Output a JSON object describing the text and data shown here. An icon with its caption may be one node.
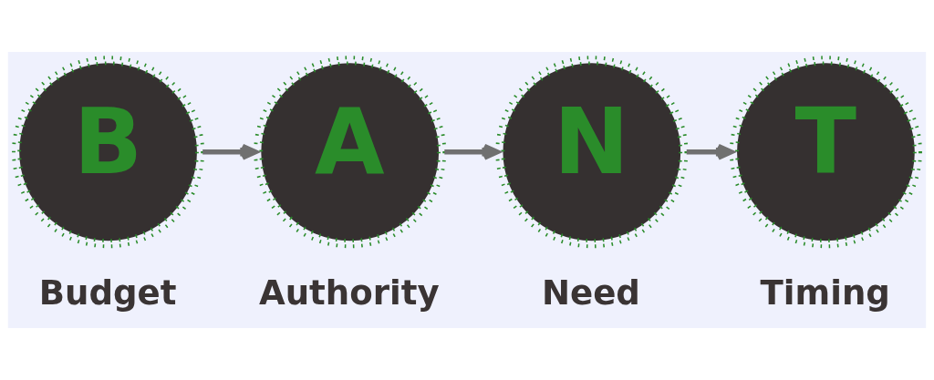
{
  "diagram": {
    "nodes": [
      {
        "text": [
          "B"
        ],
        "beside": [
          "Budget"
        ]
      },
      {
        "text": [
          "A"
        ],
        "beside": [
          "Authority"
        ]
      },
      {
        "text": [
          "N"
        ],
        "beside": [
          "Need"
        ]
      },
      {
        "text": [
          "T"
        ],
        "beside": [
          "Timing"
        ]
      }
    ],
    "edges": [
      {
        "from": 0,
        "to": 1,
        "arrow": "to"
      },
      {
        "from": 1,
        "to": 2,
        "arrow": "to"
      },
      {
        "from": 2,
        "to": 3,
        "arrow": "to"
      }
    ]
  }
}
